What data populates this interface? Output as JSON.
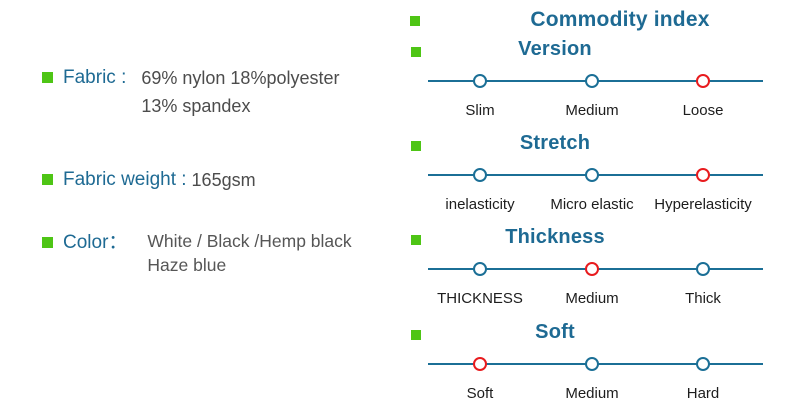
{
  "colors": {
    "accent_blue": "#1e6a93",
    "track_blue": "#1b6f96",
    "selected_red": "#e81b1e",
    "bullet_green": "#4ec515",
    "spec_value_gray": "#4c4c4c",
    "option_label_dark": "#1d1d1d"
  },
  "specs": [
    {
      "label": "Fabric :",
      "lines": [
        "69% nylon 18%polyester",
        "13% spandex"
      ]
    },
    {
      "label": "Fabric weight :",
      "lines": [
        "165gsm"
      ]
    },
    {
      "label": "Color：",
      "lines": [
        "White / Black /Hemp black",
        "Haze blue"
      ]
    }
  ],
  "commodity_index": {
    "title": "Commodity index",
    "sliders": [
      {
        "name": "Version",
        "options": [
          "Slim",
          "Medium",
          "Loose"
        ],
        "selected": 2
      },
      {
        "name": "Stretch",
        "options": [
          "inelasticity",
          "Micro elastic",
          "Hyperelasticity"
        ],
        "selected": 2
      },
      {
        "name": "Thickness",
        "options": [
          "THICKNESS",
          "Medium",
          "Thick"
        ],
        "selected": 1
      },
      {
        "name": "Soft",
        "options": [
          "Soft",
          "Medium",
          "Hard"
        ],
        "selected": 0
      }
    ]
  }
}
